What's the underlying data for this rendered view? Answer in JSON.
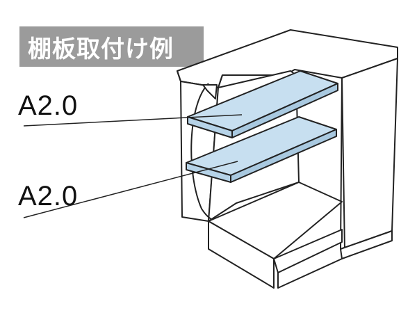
{
  "title": "棚板取付け例",
  "callouts": [
    {
      "label": "A2.0"
    },
    {
      "label": "A2.0"
    }
  ],
  "colors": {
    "title_bg": "#9b9b9b",
    "title_text": "#ffffff",
    "shelf_fill": "#c7dff0",
    "outline": "#222222",
    "cabinet_fill": "#ffffff"
  }
}
